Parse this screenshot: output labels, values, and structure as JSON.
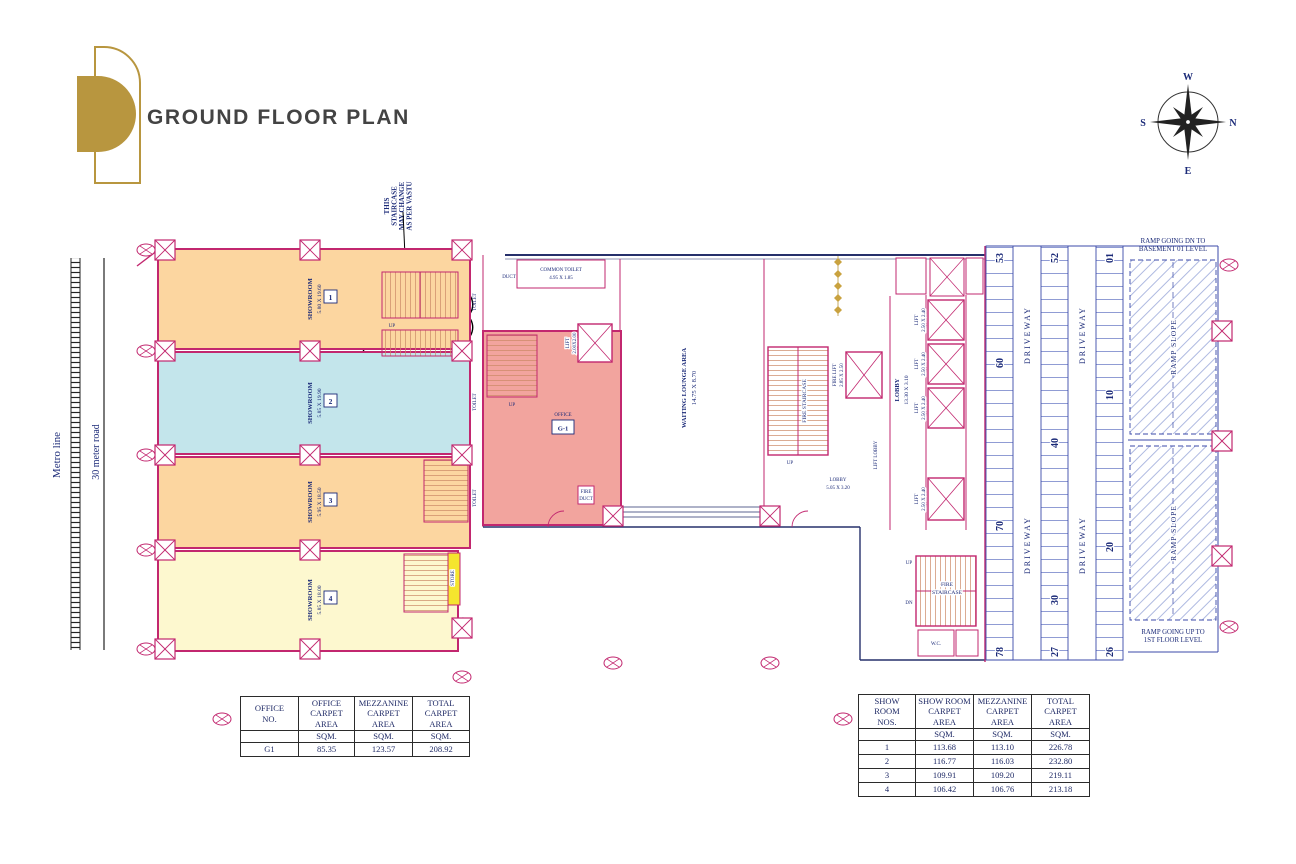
{
  "header": {
    "title": "GROUND FLOOR PLAN"
  },
  "compass": {
    "top": "W",
    "right": "N",
    "bottom": "E",
    "left": "S"
  },
  "site": {
    "metro_line": "Metro line",
    "road": "30 meter road"
  },
  "annotation": {
    "lines": [
      "THIS",
      "STAIRCASE",
      "MAY CHANGE",
      "AS PER VASTU"
    ]
  },
  "plan": {
    "showrooms": [
      {
        "num": "1",
        "name": "SHOWROOM",
        "dims": "5.80 X 19.60"
      },
      {
        "num": "2",
        "name": "SHOWROOM",
        "dims": "5.85 X 19.90"
      },
      {
        "num": "3",
        "name": "SHOWROOM",
        "dims": "5.95 X 18.50"
      },
      {
        "num": "4",
        "name": "SHOWROOM",
        "dims": "5.85 X 18.00"
      }
    ],
    "office": {
      "num": "G-1",
      "name": "OFFICE"
    },
    "rooms": {
      "waiting_lounge": {
        "name": "WAITING LOUNGE AREA",
        "dims": "14.75 X 8.70"
      },
      "lobby": {
        "name": "LOBBY",
        "dims": "13.30 X 3.10"
      },
      "lift": {
        "name": "LIFT",
        "dims": "2.00X2.00"
      },
      "fire_lift": {
        "name": "FIRE LIFT",
        "dims": "2.85 X 2.50"
      },
      "lift_small": {
        "name": "LIFT",
        "dims": "2.50 X 2.40"
      },
      "fire_staircase": "FIRE STAIRCASE",
      "fire_staircase_line1": "FIRE",
      "fire_staircase_line2": "STAIRCASE",
      "common_toilet": {
        "name": "COMMON TOILET",
        "dims": "4.95 X 1.85"
      },
      "small_lobby": {
        "name": "LOBBY",
        "dims": "5.05 X 3.20"
      },
      "lift_lobby": "LIFT LOBBY",
      "toilet": "TOILET",
      "store": "STORE",
      "duct": "DUCT",
      "fire_duct_line1": "FIRE",
      "fire_duct_line2": "DUCT",
      "up": "UP",
      "dn": "DN",
      "wc": "W.C."
    },
    "parking": {
      "col1": [
        "53",
        "60",
        "70",
        "78"
      ],
      "col2": [
        "52",
        "40",
        "30",
        "27"
      ],
      "col3": [
        "01",
        "10",
        "20",
        "26"
      ],
      "driveway": "DRIVEWAY"
    },
    "ramps": {
      "down_line1": "RAMP GOING DN TO",
      "down_line2": "BASEMENT 01 LEVEL",
      "up_line1": "RAMP GOING UP TO",
      "up_line2": "1ST FLOOR LEVEL",
      "slope": "RAMP SLOPE"
    }
  },
  "office_table": {
    "headers": [
      "OFFICE\nNO.",
      "OFFICE\nCARPET\nAREA",
      "MEZZANINE\nCARPET\nAREA",
      "TOTAL\nCARPET\nAREA"
    ],
    "units": [
      "",
      "SQM.",
      "SQM.",
      "SQM."
    ],
    "rows": [
      [
        "G1",
        "85.35",
        "123.57",
        "208.92"
      ]
    ]
  },
  "showroom_table": {
    "headers": [
      "SHOW\nROOM\nNOS.",
      "SHOW ROOM\nCARPET\nAREA",
      "MEZZANINE\nCARPET\nAREA",
      "TOTAL\nCARPET\nAREA"
    ],
    "units": [
      "",
      "SQM.",
      "SQM.",
      "SQM."
    ],
    "rows": [
      [
        "1",
        "113.68",
        "113.10",
        "226.78"
      ],
      [
        "2",
        "116.77",
        "116.03",
        "232.80"
      ],
      [
        "3",
        "109.91",
        "109.20",
        "219.11"
      ],
      [
        "4",
        "106.42",
        "106.76",
        "213.18"
      ]
    ]
  },
  "colors": {
    "gold": "#b8963f",
    "wall_magenta": "#c2276f",
    "line_blue": "#3b4aa8",
    "text_navy": "#1b2a78",
    "showroom_orange": "#fcd6a0",
    "showroom_blue": "#c3e5eb",
    "showroom_yellow": "#fdf8cf",
    "office_pink": "#f2a49e"
  }
}
